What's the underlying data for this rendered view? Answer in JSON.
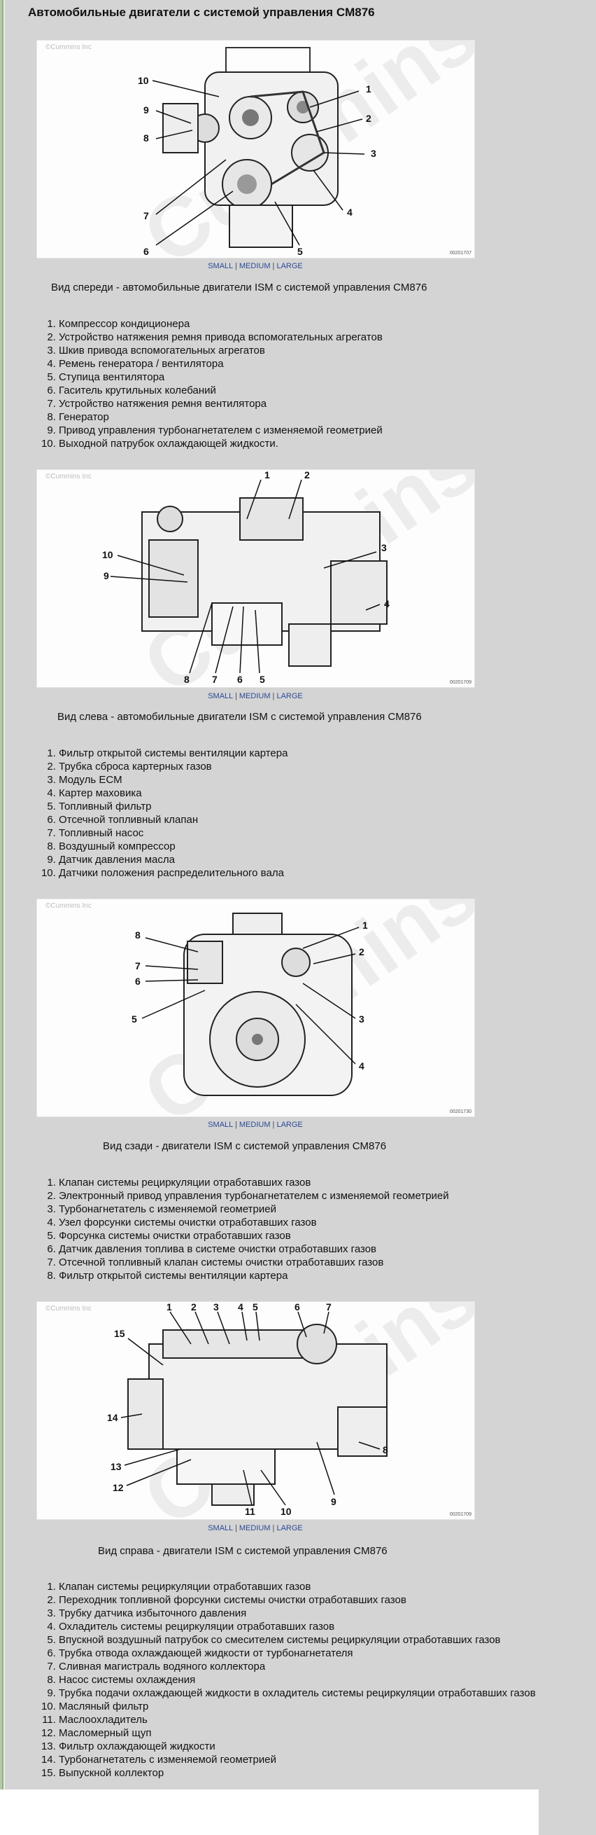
{
  "title": "Автомобильные двигатели с системой управления CM876",
  "size_links": [
    "SMALL",
    "MEDIUM",
    "LARGE"
  ],
  "size_separator": "|",
  "copyright": "©Cummins Inc",
  "watermark": "Cummins",
  "sections": [
    {
      "image_code": "00201707",
      "callouts": [
        "1",
        "2",
        "3",
        "4",
        "5",
        "6",
        "7",
        "8",
        "9",
        "10"
      ],
      "caption": "Вид спереди - автомобильные двигатели ISM с системой управления CM876",
      "items": [
        "Компрессор кондиционера",
        "Устройство натяжения ремня привода вспомогательных агрегатов",
        "Шкив привода вспомогательных агрегатов",
        "Ремень генератора / вентилятора",
        "Ступица вентилятора",
        "Гаситель крутильных колебаний",
        "Устройство натяжения ремня вентилятора",
        "Генератор",
        "Привод управления турбонагнетателем с изменяемой геометрией",
        "Выходной патрубок охлаждающей жидкости."
      ]
    },
    {
      "image_code": "00201709",
      "callouts": [
        "1",
        "2",
        "3",
        "4",
        "5",
        "6",
        "7",
        "8",
        "9",
        "10"
      ],
      "caption": "Вид слева - автомобильные двигатели ISM с системой управления CM876",
      "items": [
        "Фильтр открытой системы вентиляции картера",
        "Трубка сброса картерных газов",
        "Модуль ECM",
        "Картер маховика",
        "Топливный фильтр",
        "Отсечной топливный клапан",
        "Топливный насос",
        "Воздушный компрессор",
        "Датчик давления масла",
        "Датчики положения распределительного вала"
      ]
    },
    {
      "image_code": "00201730",
      "callouts": [
        "1",
        "2",
        "3",
        "4",
        "5",
        "6",
        "7",
        "8"
      ],
      "caption": "Вид сзади - двигатели ISM с системой управления CM876",
      "items": [
        "Клапан системы рециркуляции отработавших газов",
        "Электронный привод управления турбонагнетателем с изменяемой геометрией",
        "Турбонагнетатель с изменяемой геометрией",
        "Узел форсунки системы очистки отработавших газов",
        "Форсунка системы очистки отработавших газов",
        "Датчик давления топлива в системе очистки отработавших газов",
        "Отсечной топливный клапан системы очистки отработавших газов",
        "Фильтр открытой системы вентиляции картера"
      ]
    },
    {
      "image_code": "00201709",
      "callouts": [
        "1",
        "2",
        "3",
        "4",
        "5",
        "6",
        "7",
        "8",
        "9",
        "10",
        "11",
        "12",
        "13",
        "14",
        "15"
      ],
      "caption": "Вид справа - двигатели ISM с системой управления CM876",
      "items": [
        "Клапан системы рециркуляции отработавших газов",
        "Переходник топливной форсунки системы очистки отработавших газов",
        "Трубку датчика избыточного давления",
        "Охладитель системы рециркуляции отработавших газов",
        "Впускной воздушный патрубок со смесителем системы рециркуляции отработавших газов",
        "Трубка отвода охлаждающей жидкости от турбонагнетателя",
        "Сливная магистраль водяного коллектора",
        "Насос системы охлаждения",
        "Трубка подачи охлаждающей жидкости в охладитель системы рециркуляции отработавших газов",
        "Масляный фильтр",
        "Маслоохладитель",
        "Масломерный щуп",
        "Фильтр охлаждающей жидкости",
        "Турбонагнетатель с изменяемой геометрией",
        "Выпускной коллектор"
      ]
    }
  ]
}
